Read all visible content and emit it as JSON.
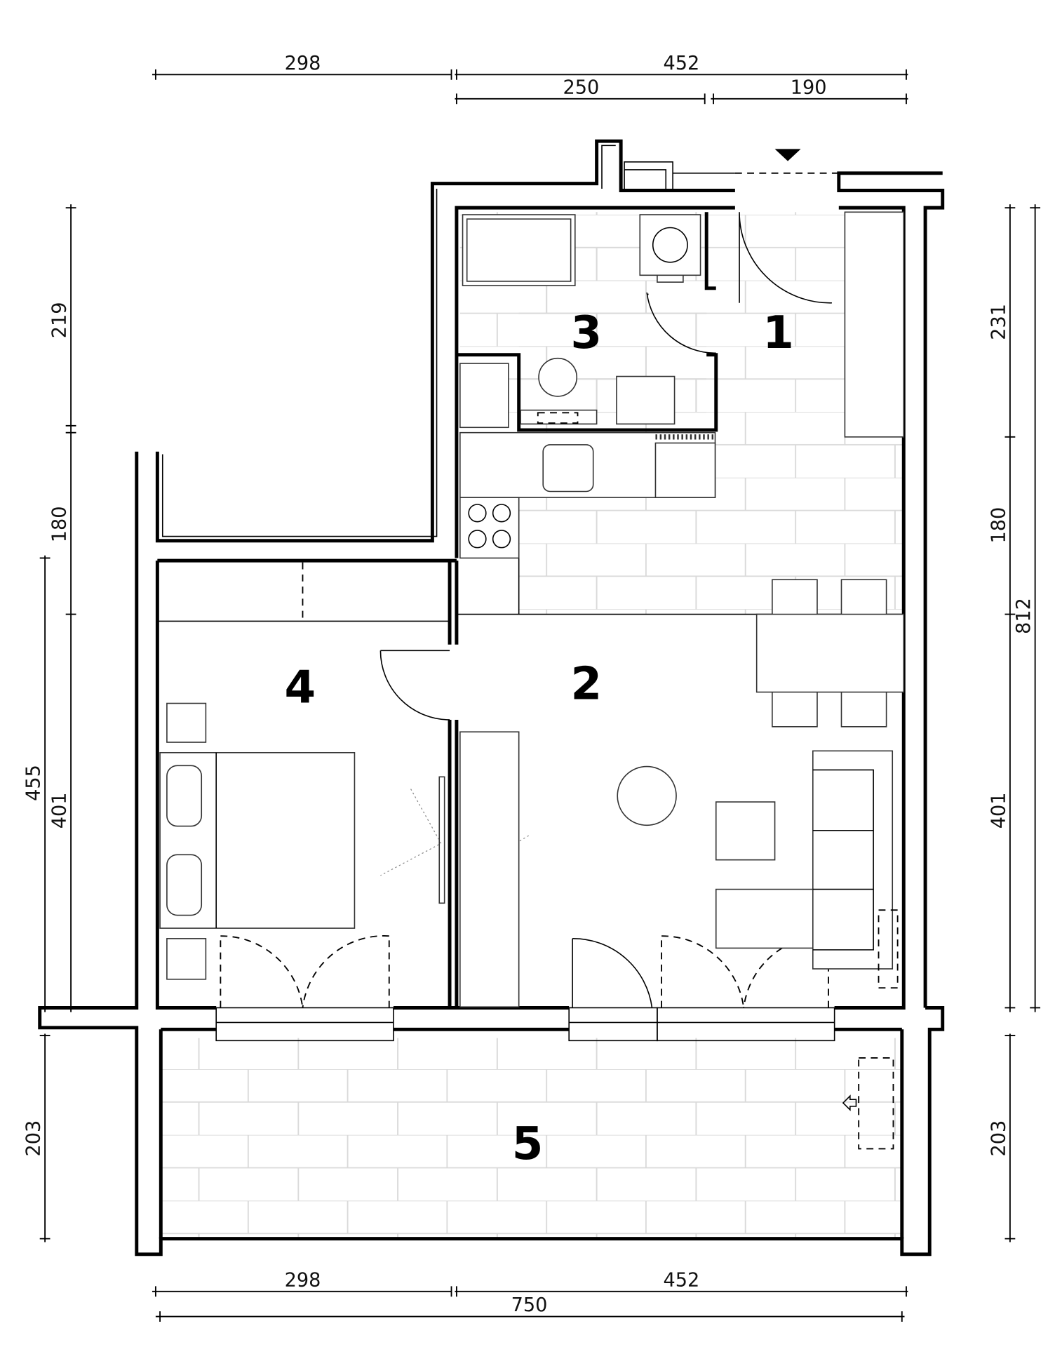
{
  "dimensions": {
    "top": {
      "left": "298",
      "right": "452",
      "sub_left": "250",
      "sub_right": "190"
    },
    "bottom": {
      "left": "298",
      "right": "452",
      "total": "750"
    },
    "left_inner": {
      "top": "219",
      "middle": "180",
      "lower": "401"
    },
    "left_outer": {
      "main": "455",
      "balcony": "203"
    },
    "right_inner": {
      "top": "231",
      "middle": "180",
      "lower": "401",
      "balcony": "203"
    },
    "right_outer": {
      "total": "812"
    }
  },
  "rooms": [
    {
      "number": "1"
    },
    {
      "number": "2"
    },
    {
      "number": "3"
    },
    {
      "number": "4"
    },
    {
      "number": "5"
    }
  ],
  "colors": {
    "wall": "#000000",
    "tile": "#d9d9d9"
  }
}
